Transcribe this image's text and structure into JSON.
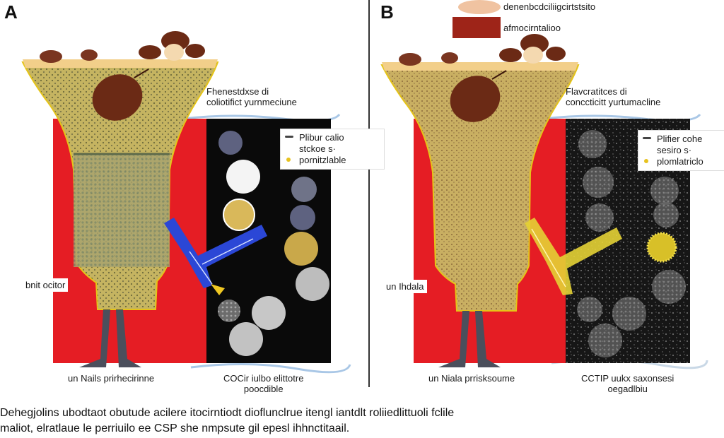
{
  "panels": [
    {
      "letter": "A",
      "top_label": "Fhenestdxse di\ncoliotifict yurnmeciune",
      "legend": [
        "Plibur calio",
        "stckoe s·",
        "pornitzlable"
      ],
      "left_label": "bnit ocitor",
      "bottom_left": "un Nails prirhecirinne",
      "bottom_right": "COCir iulbo  elittotre\npoocdible"
    },
    {
      "letter": "B",
      "header_item_1": "denenbcdciliigcirtstsito",
      "header_item_2": "afmocirntalioo",
      "top_label": "Flavcratitces di\nconccticitt yurtumacline",
      "legend": [
        "Plifier cohe",
        "sesiro s·",
        "plomlatriclo"
      ],
      "left_label": "un Ihdala",
      "bottom_left": "un Niala prrisksoume",
      "bottom_right": "CCTIP uukx saxonsesi\noegadlbiu"
    }
  ],
  "caption": [
    "Dehegjolins ubodtaot obutude acilere itocirntiodt dioflunclrue itengl iantdlt roliiedlittuoli fclile",
    "maliot, elratlaue le perriuilo ee CSP she nmpsute gil epesl ihhnctitaail."
  ],
  "colors": {
    "red_block": "#e51d24",
    "dark_block": "#0a0a0a",
    "funnel_fill": "#c8b664",
    "funnel_edge": "#e5c419",
    "rim": "#f2cf8a",
    "seed": "#6b2a15",
    "legs": "#4b4f5c",
    "blue_arrow": "#2b47d6",
    "yellow_arrow": "#e4d235",
    "header_swatch": "#9e2418"
  },
  "icons": [
    "seed-icon",
    "legs-icon",
    "arrow-icon",
    "particle-icon"
  ]
}
